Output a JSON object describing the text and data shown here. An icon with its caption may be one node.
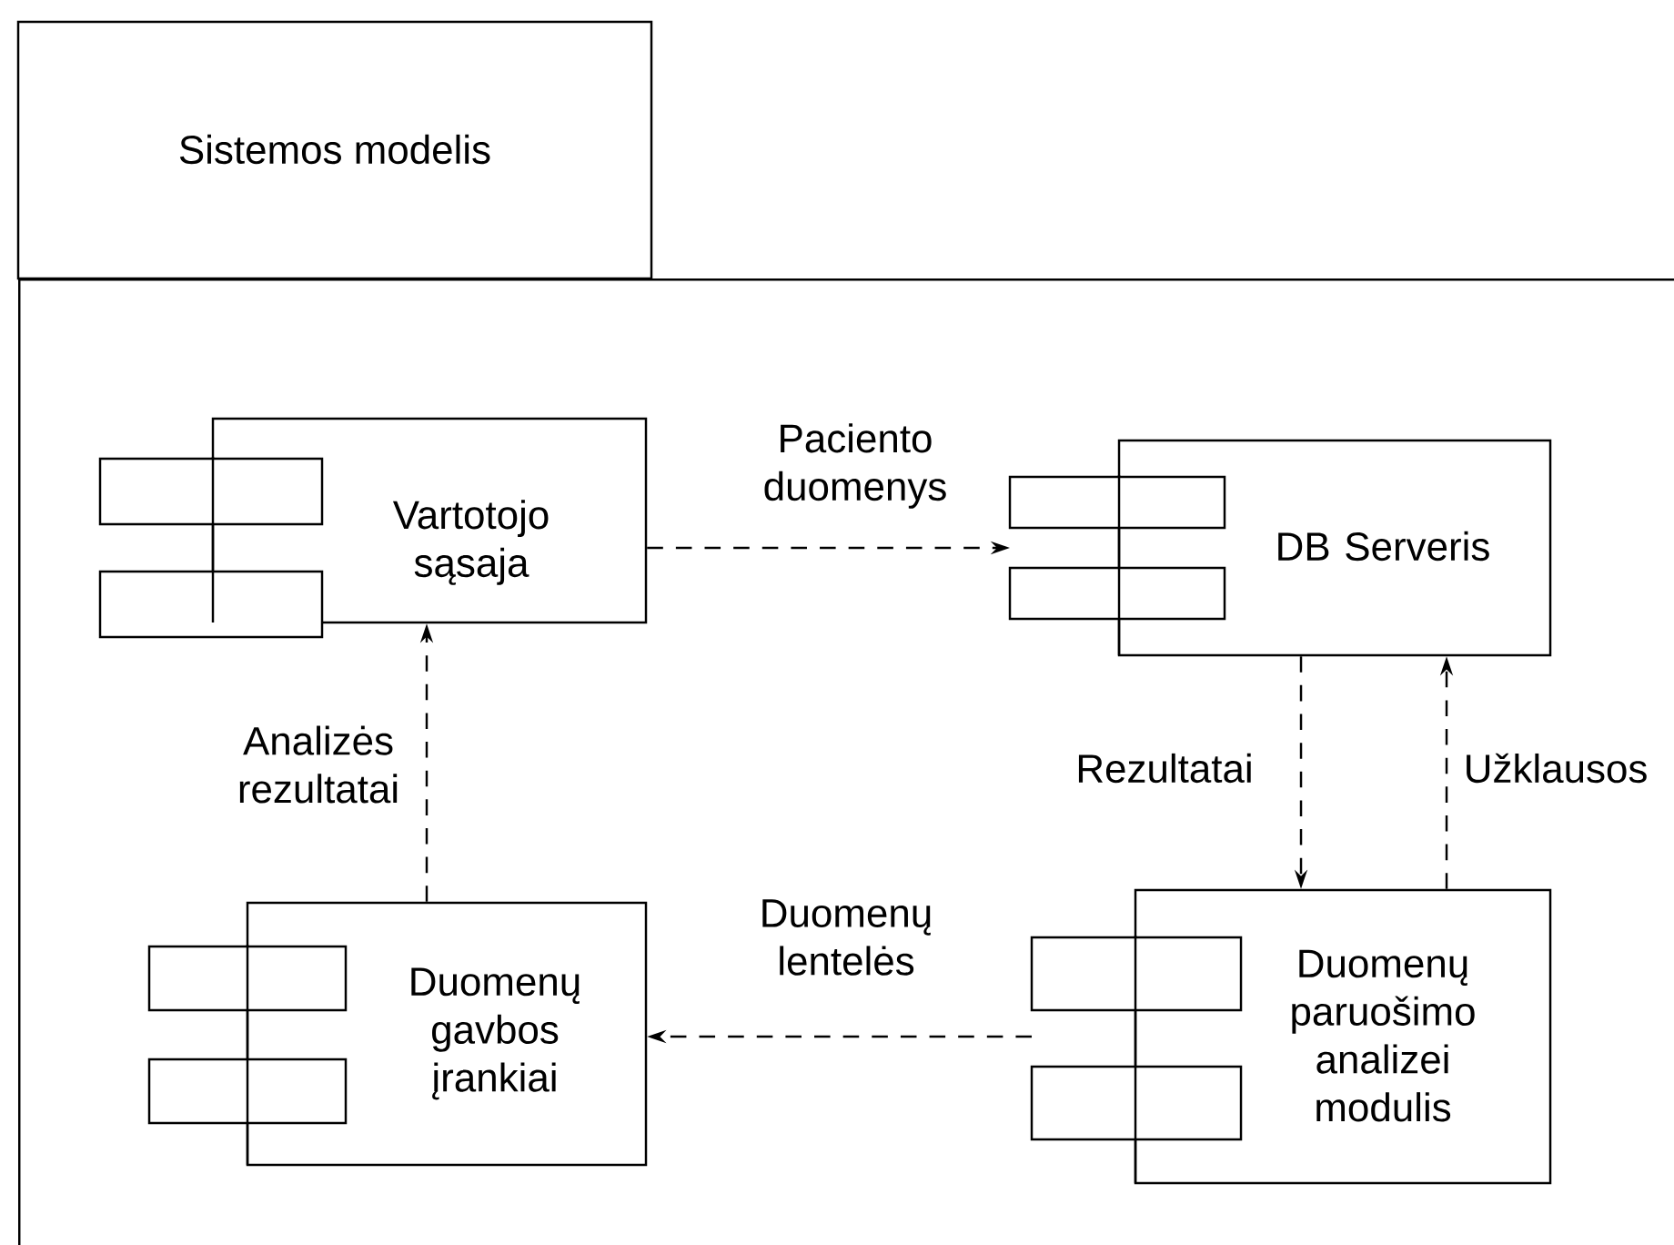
{
  "diagram": {
    "nodes": [
      {
        "text": [
          "Sistemos modelis"
        ]
      },
      {
        "text": [
          "Vartotojo sąsaja"
        ],
        "in": 0
      },
      {
        "text": [
          "DB Serveris"
        ],
        "in": 0
      },
      {
        "text": [
          "Duomenų paruošimo analizei modulis"
        ],
        "in": 0
      },
      {
        "text": [
          "Duomenų gavbos įrankiai"
        ],
        "in": 0
      }
    ],
    "edges": [
      {
        "from": 1,
        "to": 2,
        "arrow": "to",
        "label": "Paciento duomenys"
      },
      {
        "from": 2,
        "to": 3,
        "arrow": "to",
        "label": "Rezultatai"
      },
      {
        "from": 3,
        "to": 2,
        "arrow": "to",
        "label": "Užklausos"
      },
      {
        "from": 4,
        "to": 1,
        "arrow": "to",
        "label": "Analizės rezultatai"
      },
      {
        "from": 3,
        "to": 4,
        "arrow": "to",
        "label": "Duomenų lentelės"
      }
    ]
  }
}
